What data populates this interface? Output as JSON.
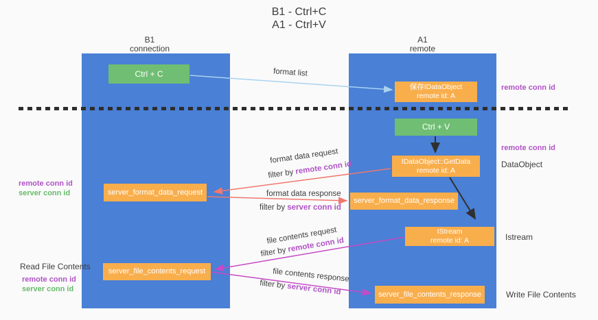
{
  "title": {
    "line1": "B1 - Ctrl+C",
    "line2": "A1 - Ctrl+V"
  },
  "columns": {
    "left": {
      "name": "B1",
      "role": "connection"
    },
    "right": {
      "name": "A1",
      "role": "remote"
    }
  },
  "nodes": {
    "ctrl_c": "Ctrl + C",
    "ctrl_v": "Ctrl + V",
    "save_idataobject": {
      "line1": "保存IDataObject",
      "line2": "remote id: A"
    },
    "idataobject_getdata": {
      "line1": "IDataObject::GetData",
      "line2": "remote id: A"
    },
    "istream": {
      "line1": "IStream",
      "line2": "remote id: A"
    },
    "server_format_data_request": "server_format_data_request",
    "server_format_data_response": "server_format_data_response",
    "server_file_contents_request": "server_file_contents_request",
    "server_file_contents_response": "server_file_contents_response"
  },
  "arrow_labels": {
    "format_list": "format list",
    "format_data_request": "format data request",
    "format_data_response": "format data response",
    "file_contents_request": "file contents request",
    "file_contents_response": "file contents response",
    "filter_by": "filter by ",
    "remote_conn_id": "remote conn id",
    "server_conn_id": "server conn id"
  },
  "side_labels": {
    "remote_conn_id": "remote conn id",
    "server_conn_id": "server conn id",
    "dataobject": "DataObject",
    "istream": "Istream",
    "read_file_contents": "Read File Contents",
    "write_file_contents": "Write File Contents"
  },
  "colors": {
    "column_blue": "#4a80d5",
    "node_orange": "#f9ae4c",
    "node_green": "#70be73",
    "arrow_light_blue": "#a9d3f0",
    "arrow_red": "#f0786d",
    "arrow_magenta": "#c64ac6",
    "arrow_black": "#2f2f2f",
    "text_purple": "#b053c6",
    "text_green": "#67bb6b"
  }
}
